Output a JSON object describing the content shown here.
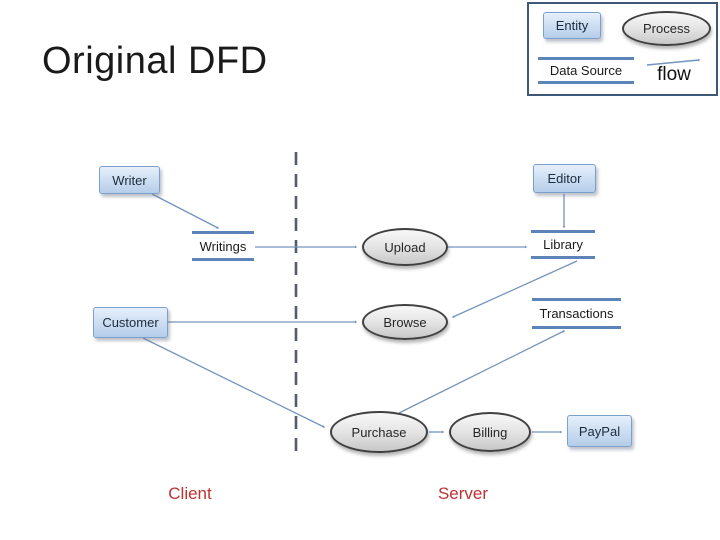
{
  "title": "Original DFD",
  "diagram_type": "data-flow-diagram",
  "legend": {
    "entity_label": "Entity",
    "process_label": "Process",
    "data_source_label": "Data Source",
    "flow_label": "flow"
  },
  "nodes": {
    "writer": {
      "label": "Writer",
      "type": "entity"
    },
    "editor": {
      "label": "Editor",
      "type": "entity"
    },
    "customer": {
      "label": "Customer",
      "type": "entity"
    },
    "paypal": {
      "label": "PayPal",
      "type": "entity"
    },
    "upload": {
      "label": "Upload",
      "type": "process"
    },
    "browse": {
      "label": "Browse",
      "type": "process"
    },
    "purchase": {
      "label": "Purchase",
      "type": "process"
    },
    "billing": {
      "label": "Billing",
      "type": "process"
    },
    "writings": {
      "label": "Writings",
      "type": "data_source"
    },
    "library": {
      "label": "Library",
      "type": "data_source"
    },
    "transactions": {
      "label": "Transactions",
      "type": "data_source"
    }
  },
  "flows": [
    {
      "from": "Writer",
      "to": "Writings"
    },
    {
      "from": "Writings",
      "to": "Upload"
    },
    {
      "from": "Upload",
      "to": "Library"
    },
    {
      "from": "Editor",
      "to": "Library"
    },
    {
      "from": "Library",
      "to": "Browse"
    },
    {
      "from": "Customer",
      "to": "Browse"
    },
    {
      "from": "Customer",
      "to": "Purchase"
    },
    {
      "from": "Purchase",
      "to": "Transactions"
    },
    {
      "from": "Purchase",
      "to": "Billing"
    },
    {
      "from": "Billing",
      "to": "PayPal"
    }
  ],
  "zones": {
    "client_label": "Client",
    "server_label": "Server"
  },
  "colors": {
    "entity_fill_top": "#e7f0fb",
    "entity_fill_bottom": "#b6cde9",
    "entity_border": "#7ba0cc",
    "process_fill_top": "#f8f8f8",
    "process_fill_bottom": "#c8c8c8",
    "process_border": "#404040",
    "data_source_line": "#5c84b8",
    "flow_line": "#7494bd",
    "separator_line": "#565a71",
    "zone_label": "#bf3232",
    "legend_border": "#3e5877",
    "title_color": "#1a1a1a"
  }
}
